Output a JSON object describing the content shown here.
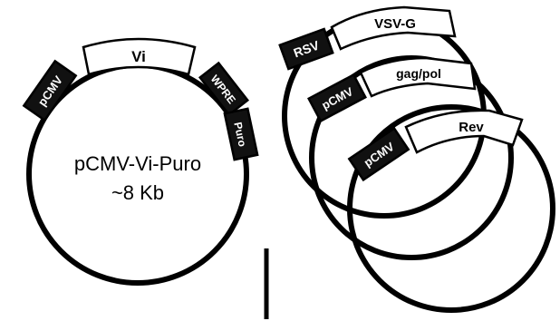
{
  "left_plasmid": {
    "name": "pCMV-Vi-Puro",
    "size": "~8 Kb",
    "features": {
      "pcmv": "pCMV",
      "vi": "Vi",
      "wpre": "WPRE",
      "puro": "Puro"
    }
  },
  "helper_plasmids": [
    {
      "promoter": "RSV",
      "gene": "VSV-G"
    },
    {
      "promoter": "pCMV",
      "gene": "gag/pol"
    },
    {
      "promoter": "pCMV",
      "gene": "Rev"
    }
  ],
  "colors": {
    "promoter_fill": "#111111",
    "gene_fill": "#ffffff",
    "line": "#000000"
  }
}
